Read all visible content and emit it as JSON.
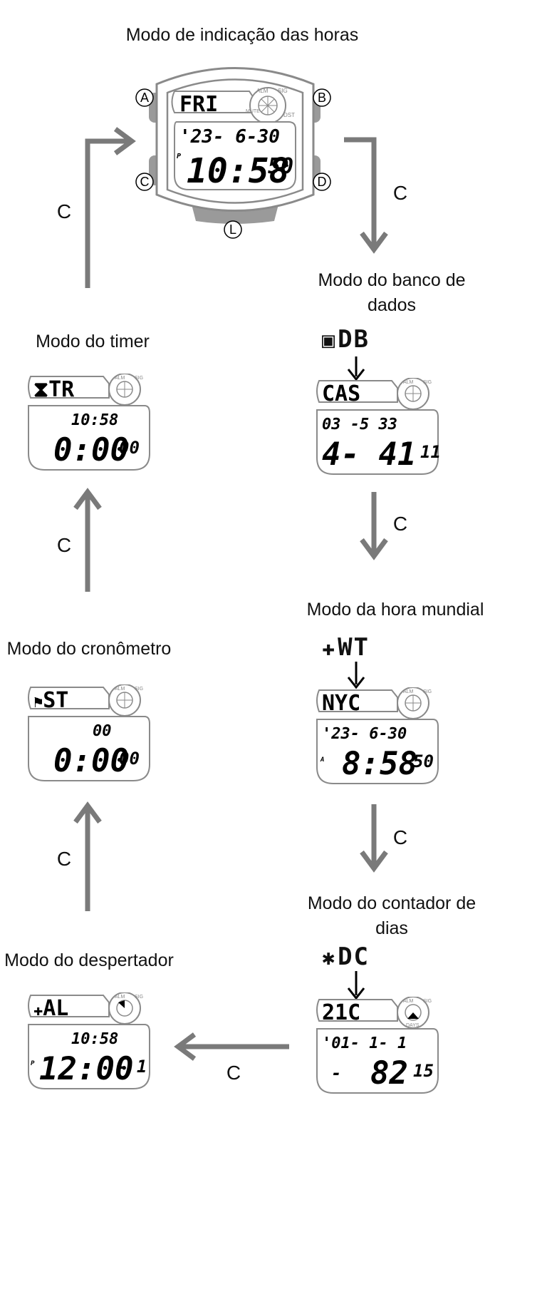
{
  "colors": {
    "outline": "#8a8a8a",
    "arrow": "#7a7a7a",
    "button_fill": "#9a9a9a"
  },
  "flow_label": "C",
  "ring_labels": {
    "alm": "ALM",
    "sig": "SIG",
    "mute": "MUTE",
    "days": "DAYS",
    "dst": "DST"
  },
  "timekeeping": {
    "title": "Modo de indicação das horas",
    "buttons": {
      "a": "A",
      "b": "B",
      "c": "C",
      "d": "D",
      "l": "L"
    },
    "label": "FRI",
    "date": "'23- 6-30",
    "ampm": "P",
    "time": "10:58",
    "seconds": "50"
  },
  "databank": {
    "title_line1": "Modo do banco de",
    "title_line2": "dados",
    "code_icon": "databank-icon",
    "code": "DB",
    "label": "CAS",
    "line1": "03 -5 33",
    "line2": "4- 41",
    "line2_small": "11"
  },
  "worldtime": {
    "title": "Modo da hora mundial",
    "code_icon": "globe-icon",
    "code": "WT",
    "label": "NYC",
    "date": "'23- 6-30",
    "ampm": "A",
    "time": "8:58",
    "seconds": "50"
  },
  "daycounter": {
    "title_line1": "Modo do contador de",
    "title_line2": "dias",
    "code_icon": "calendar-icon",
    "code": "DC",
    "label": "21C",
    "date": "'01- 1- 1",
    "dash": "-",
    "value": "82",
    "small": "15"
  },
  "alarm": {
    "title": "Modo do despertador",
    "code_icon": "alarm-icon",
    "code": "AL",
    "time_small": "10:58",
    "ampm": "P",
    "time": "12:00",
    "suffix": "- 1"
  },
  "stopwatch": {
    "title": "Modo do cronômetro",
    "code_icon": "runner-icon",
    "code": "ST",
    "small": "00",
    "time": "0:00",
    "hundredths": "00"
  },
  "timer": {
    "title": "Modo do timer",
    "code_icon": "hourglass-icon",
    "code": "TR",
    "time_small": "10:58",
    "time": "0:00",
    "seconds": "00"
  }
}
